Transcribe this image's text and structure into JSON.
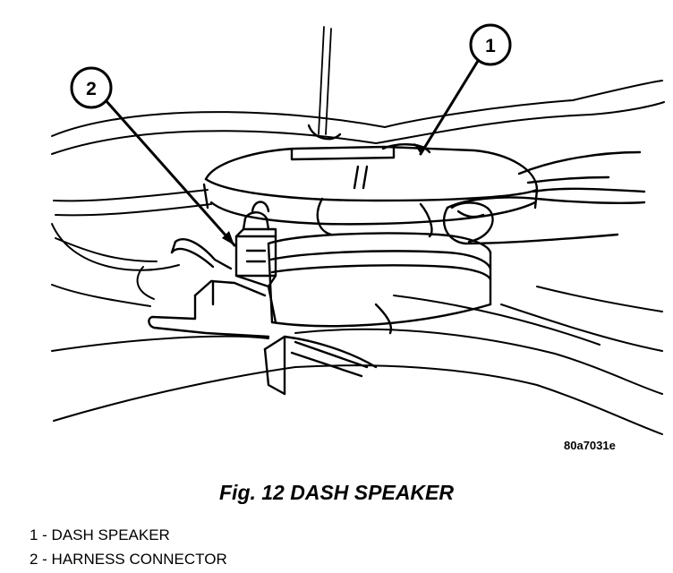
{
  "figure": {
    "id_label": "80a7031e",
    "caption": "Fig. 12 DASH SPEAKER"
  },
  "callouts": [
    {
      "number": "1"
    },
    {
      "number": "2"
    }
  ],
  "legend": [
    {
      "text": "1 - DASH SPEAKER"
    },
    {
      "text": "2 - HARNESS CONNECTOR"
    }
  ]
}
